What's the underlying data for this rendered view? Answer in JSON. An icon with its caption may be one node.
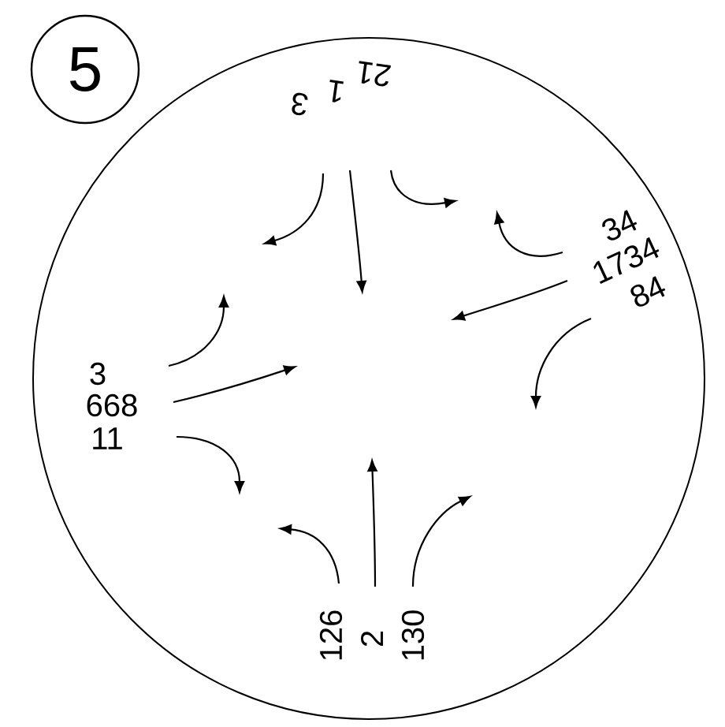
{
  "diagram": {
    "labels": [
      "5",
      "21",
      "1",
      "3",
      "34",
      "1734",
      "84",
      "3",
      "668",
      "11",
      "126",
      "2",
      "130"
    ]
  }
}
